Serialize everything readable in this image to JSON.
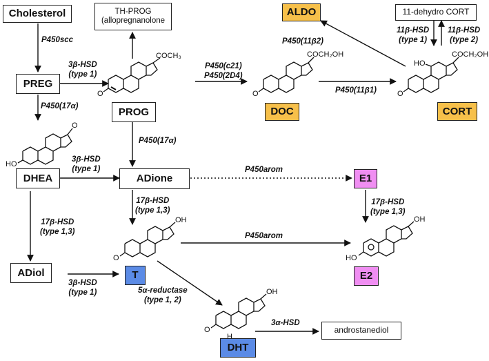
{
  "nodes": {
    "cholesterol": "Cholesterol",
    "th_prog": "TH-PROG\n(allopregnanolone",
    "aldo": "ALDO",
    "dehydro_cort": "11-dehydro CORT",
    "preg": "PREG",
    "prog": "PROG",
    "doc": "DOC",
    "cort": "CORT",
    "dhea": "DHEA",
    "adione": "ADione",
    "e1": "E1",
    "adiol": "ADiol",
    "t": "T",
    "e2": "E2",
    "dht": "DHT",
    "androstanediol": "androstanediol"
  },
  "enzymes": {
    "p450scc": "P450scc",
    "hsd3_preg_prog": "3β-HSD\n(type 1)",
    "p450_17a_preg": "P450(17α)",
    "p450_c21": "P450(c21)\nP450(2D4)",
    "p450_11b2": "P450(11β2)",
    "p450_11b1": "P450(11β1)",
    "hsd11_type1": "11β-HSD\n(type 1)",
    "hsd11_type2": "11β-HSD\n(type 2)",
    "p450_17a_prog": "P450(17α)",
    "hsd3_dhea": "3β-HSD\n(type 1)",
    "p450arom_top": "P450arom",
    "hsd17_adione": "17β-HSD\n(type 1,3)",
    "hsd17_e1": "17β-HSD\n(type 1,3)",
    "hsd17_dhea": "17β-HSD\n(type 1,3)",
    "p450arom_bottom": "P450arom",
    "hsd3_adiol": "3β-HSD\n(type 1)",
    "reductase": "5α-reductase\n(type 1, 2)",
    "hsd3a": "3α-HSD"
  },
  "structure_labels": {
    "prog_group": "COCH₃",
    "doc_group": "COCH₂OH",
    "cort_group": "COCH₂OH",
    "cort_ho": "HO",
    "dhea_o": "O",
    "dhea_ho": "HO",
    "keto_o": "O",
    "oh": "OH",
    "e2_ho": "HO",
    "dht_h": "H"
  },
  "colors": {
    "orange": "#f7c04a",
    "pink": "#f08ef2",
    "blue": "#5b8be6"
  }
}
